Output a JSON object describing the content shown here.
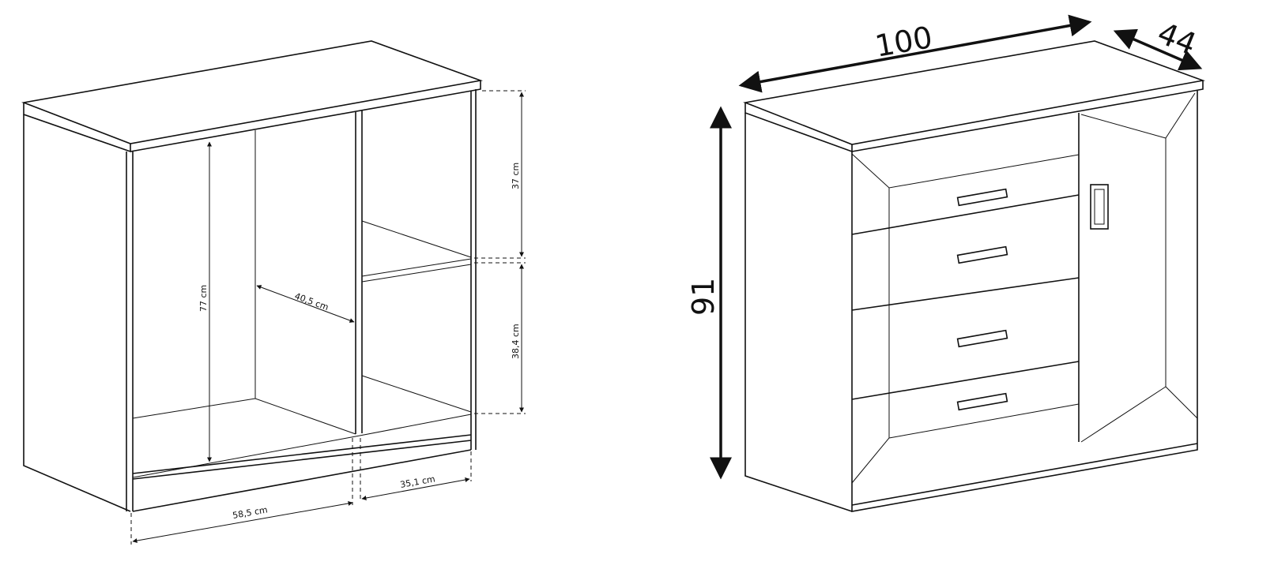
{
  "left_drawing": {
    "title": "interior dimensions",
    "labels": {
      "height_inner": "77 cm",
      "depth_inner": "40,5 cm",
      "upper_shelf": "37 cm",
      "lower_shelf": "38,4 cm",
      "left_width": "58,5 cm",
      "right_width": "35,1 cm"
    }
  },
  "right_drawing": {
    "title": "overall dimensions",
    "labels": {
      "width": "100",
      "depth": "44",
      "height": "91"
    }
  }
}
